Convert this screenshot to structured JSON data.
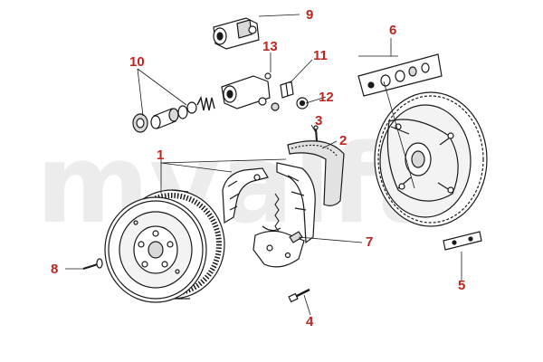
{
  "diagram": {
    "watermark": "myalfa",
    "callouts": [
      {
        "id": "c1",
        "label": "1"
      },
      {
        "id": "c2",
        "label": "2"
      },
      {
        "id": "c3",
        "label": "3"
      },
      {
        "id": "c4",
        "label": "4"
      },
      {
        "id": "c5",
        "label": "5"
      },
      {
        "id": "c6",
        "label": "6"
      },
      {
        "id": "c7",
        "label": "7"
      },
      {
        "id": "c8",
        "label": "8"
      },
      {
        "id": "c9",
        "label": "9"
      },
      {
        "id": "c10",
        "label": "10"
      },
      {
        "id": "c11",
        "label": "11"
      },
      {
        "id": "c12",
        "label": "12"
      },
      {
        "id": "c13",
        "label": "13"
      }
    ],
    "colors": {
      "callout": "#c0241f",
      "line": "#1a1a1a",
      "fill": "#ffffff",
      "shade": "#d9d9d9",
      "watermark": "#ececec"
    }
  }
}
